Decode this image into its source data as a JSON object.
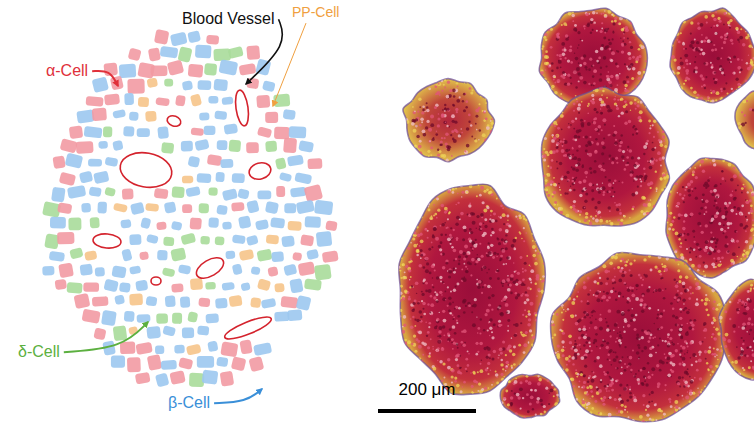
{
  "diagram": {
    "labels": [
      "Blood Vessel",
      "PP-Cell",
      "α-Cell",
      "δ-Cell",
      "β-Cell",
      "200 μm"
    ]
  }
}
